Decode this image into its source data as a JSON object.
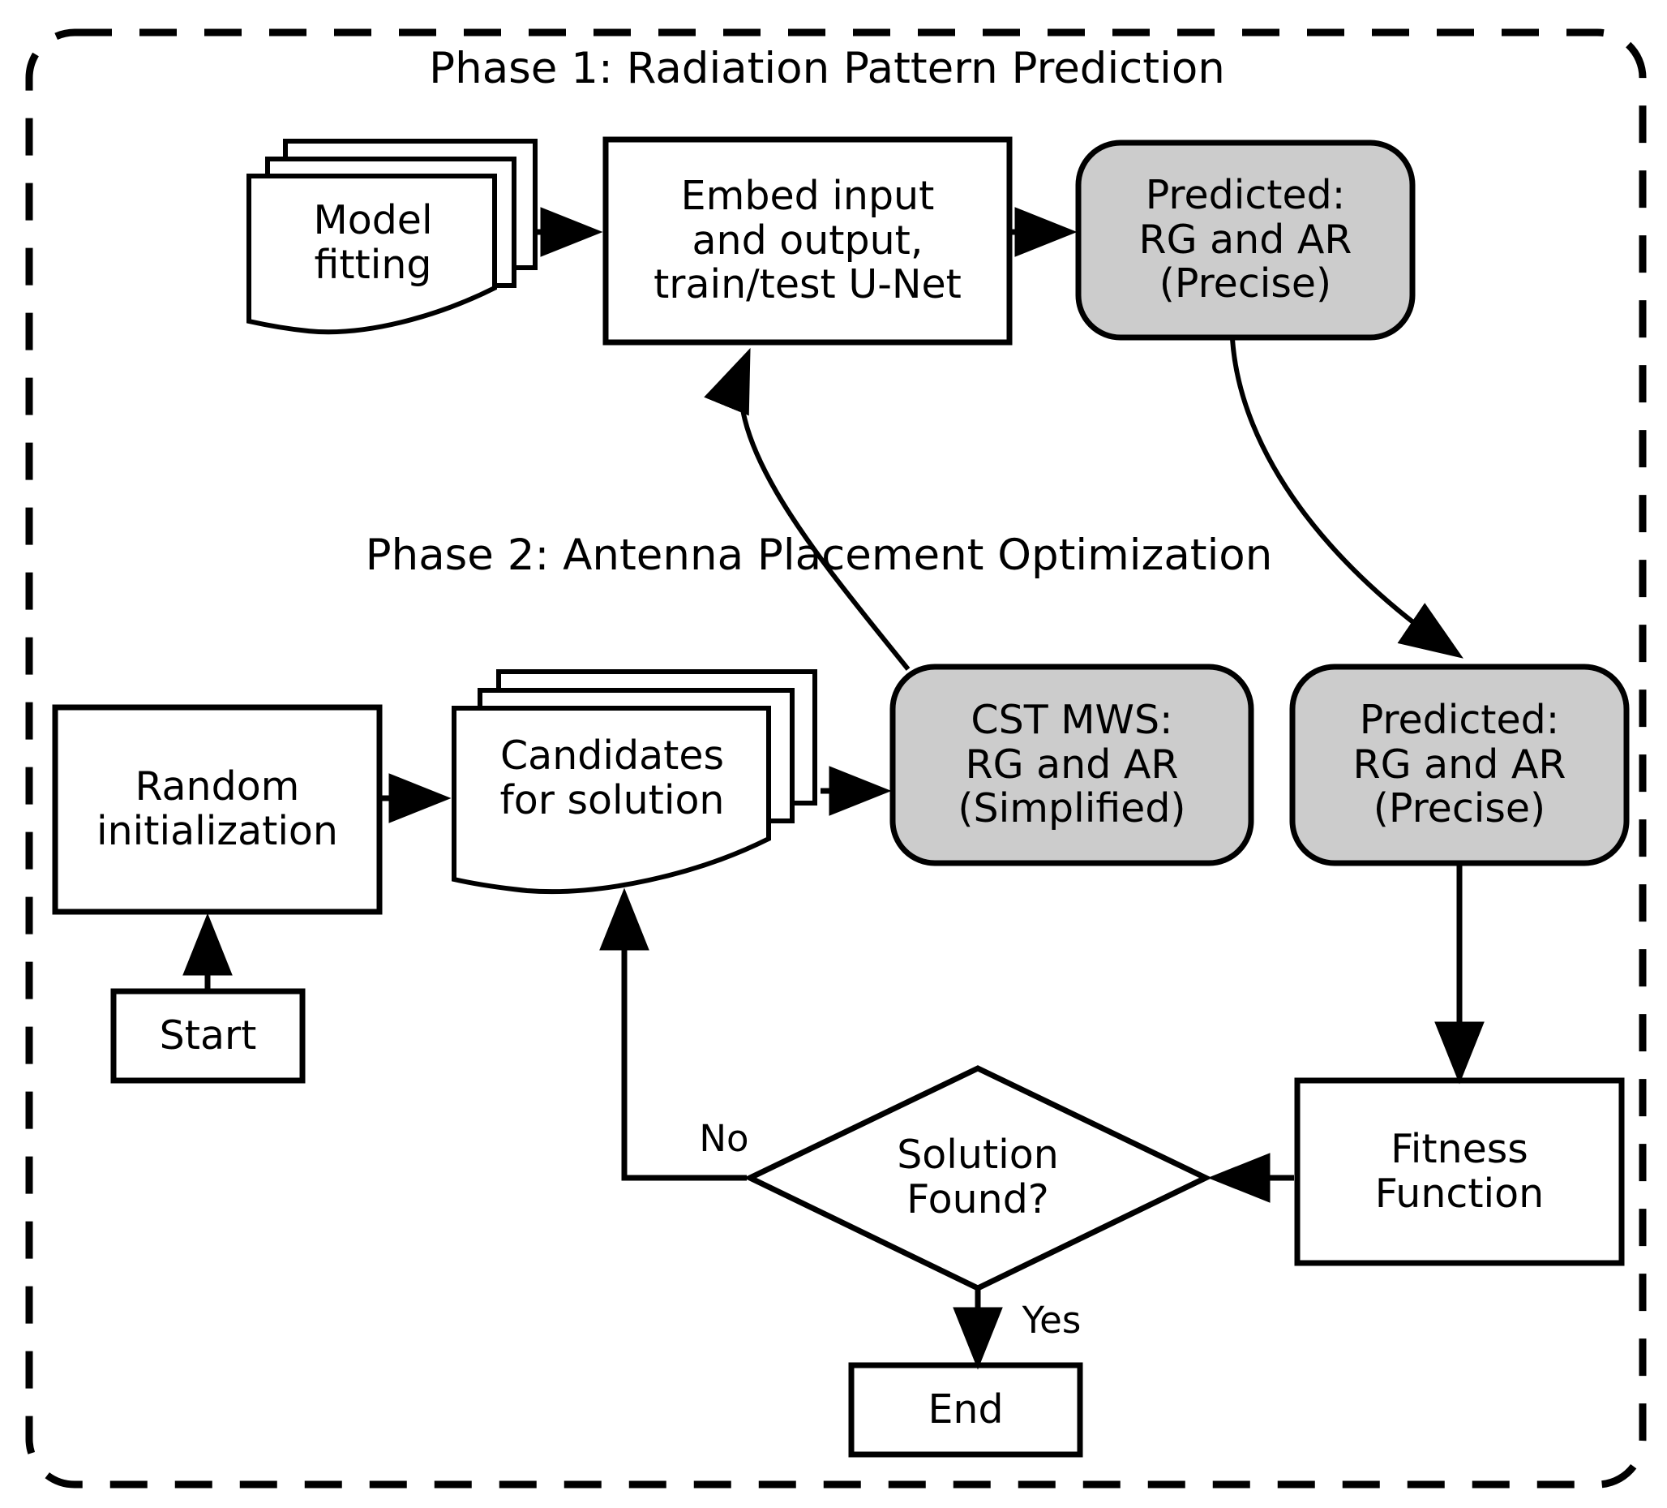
{
  "diagram": {
    "title": "Two-phase antenna design flowchart",
    "colors": {
      "stroke": "#000000",
      "fill_white": "#ffffff",
      "fill_gray": "#cccccc",
      "background": "#ffffff"
    },
    "container": {
      "style": "dashed-rounded-rectangle"
    }
  },
  "phases": [
    {
      "id": "phase1",
      "label": "Phase 1: Radiation Pattern Prediction"
    },
    {
      "id": "phase2",
      "label": "Phase 2: Antenna Placement Optimization"
    }
  ],
  "nodes": {
    "model_fitting": {
      "label": "Model\nfitting",
      "shape": "multi-document",
      "fill": "#ffffff"
    },
    "embed_train": {
      "label": "Embed input\nand output,\ntrain/test U-Net",
      "shape": "rectangle",
      "fill": "#ffffff"
    },
    "predicted_p1": {
      "label": "Predicted:\nRG and AR\n(Precise)",
      "shape": "rounded-rectangle",
      "fill": "#cccccc"
    },
    "random_init": {
      "label": "Random\ninitialization",
      "shape": "rectangle",
      "fill": "#ffffff"
    },
    "start": {
      "label": "Start",
      "shape": "rectangle",
      "fill": "#ffffff"
    },
    "candidates": {
      "label": "Candidates\nfor solution",
      "shape": "multi-document",
      "fill": "#ffffff"
    },
    "cst_mws": {
      "label": "CST MWS:\nRG and AR\n(Simplified)",
      "shape": "rounded-rectangle",
      "fill": "#cccccc"
    },
    "predicted_p2": {
      "label": "Predicted:\nRG and AR\n(Precise)",
      "shape": "rounded-rectangle",
      "fill": "#cccccc"
    },
    "fitness": {
      "label": "Fitness\nFunction",
      "shape": "rectangle",
      "fill": "#ffffff"
    },
    "solution_found": {
      "label": "Solution\nFound?",
      "shape": "diamond",
      "fill": "#ffffff"
    },
    "end": {
      "label": "End",
      "shape": "rectangle",
      "fill": "#ffffff"
    }
  },
  "edge_labels": {
    "no": "No",
    "yes": "Yes"
  },
  "edges": [
    {
      "from": "model_fitting",
      "to": "embed_train",
      "label": "",
      "style": "straight-arrow"
    },
    {
      "from": "embed_train",
      "to": "predicted_p1",
      "label": "",
      "style": "straight-arrow"
    },
    {
      "from": "predicted_p1",
      "to": "predicted_p2",
      "label": "",
      "style": "curved-arrow"
    },
    {
      "from": "cst_mws",
      "to": "embed_train",
      "label": "",
      "style": "curved-arrow"
    },
    {
      "from": "start",
      "to": "random_init",
      "label": "",
      "style": "straight-arrow"
    },
    {
      "from": "random_init",
      "to": "candidates",
      "label": "",
      "style": "straight-arrow"
    },
    {
      "from": "candidates",
      "to": "cst_mws",
      "label": "",
      "style": "straight-arrow"
    },
    {
      "from": "predicted_p2",
      "to": "fitness",
      "label": "",
      "style": "straight-arrow"
    },
    {
      "from": "fitness",
      "to": "solution_found",
      "label": "",
      "style": "straight-arrow"
    },
    {
      "from": "solution_found",
      "to": "candidates",
      "label": "No",
      "style": "elbow-arrow"
    },
    {
      "from": "solution_found",
      "to": "end",
      "label": "Yes",
      "style": "straight-arrow"
    }
  ]
}
